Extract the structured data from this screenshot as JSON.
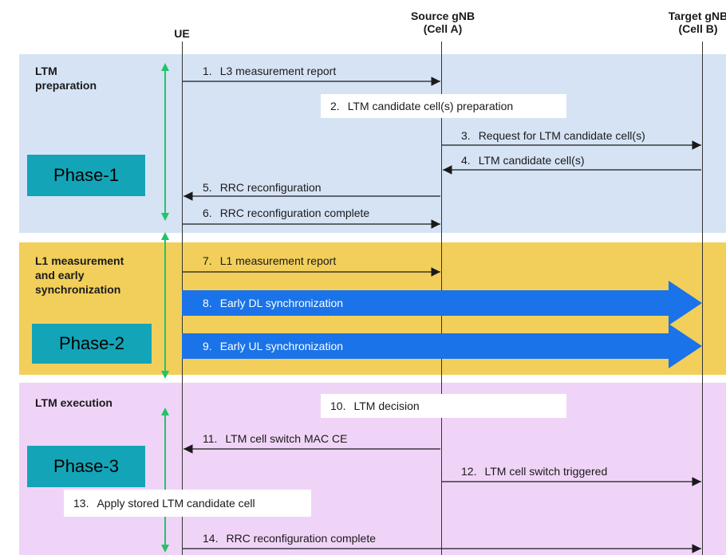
{
  "headers": {
    "ue": "UE",
    "source": "Source gNB\n(Cell A)",
    "target": "Target gNB\n(Cell B)"
  },
  "phases": [
    {
      "title": "LTM\npreparation",
      "label": "Phase-1",
      "color": "#d6e3f5"
    },
    {
      "title": "L1 measurement\nand early\nsynchronization",
      "label": "Phase-2",
      "color": "#f2cf5b"
    },
    {
      "title": "LTM execution",
      "label": "Phase-3",
      "color": "#f0d4f7"
    }
  ],
  "messages": [
    {
      "num": "1.",
      "text": "L3 measurement report"
    },
    {
      "num": "2.",
      "text": "LTM candidate cell(s) preparation"
    },
    {
      "num": "3.",
      "text": "Request for LTM candidate cell(s)"
    },
    {
      "num": "4.",
      "text": "LTM candidate cell(s)"
    },
    {
      "num": "5.",
      "text": "RRC reconfiguration"
    },
    {
      "num": "6.",
      "text": "RRC reconfiguration complete"
    },
    {
      "num": "7.",
      "text": "L1 measurement report"
    },
    {
      "num": "8.",
      "text": "Early DL synchronization"
    },
    {
      "num": "9.",
      "text": "Early UL synchronization"
    },
    {
      "num": "10.",
      "text": "LTM decision"
    },
    {
      "num": "11.",
      "text": "LTM cell switch MAC CE"
    },
    {
      "num": "12.",
      "text": "LTM cell switch triggered"
    },
    {
      "num": "13.",
      "text": "Apply stored LTM candidate cell"
    },
    {
      "num": "14.",
      "text": "RRC reconfiguration complete"
    }
  ],
  "colors": {
    "phase_box": "#13a5b7",
    "sync_arrow": "#1a73e8",
    "phase_span_arrow": "#1fc46b"
  }
}
